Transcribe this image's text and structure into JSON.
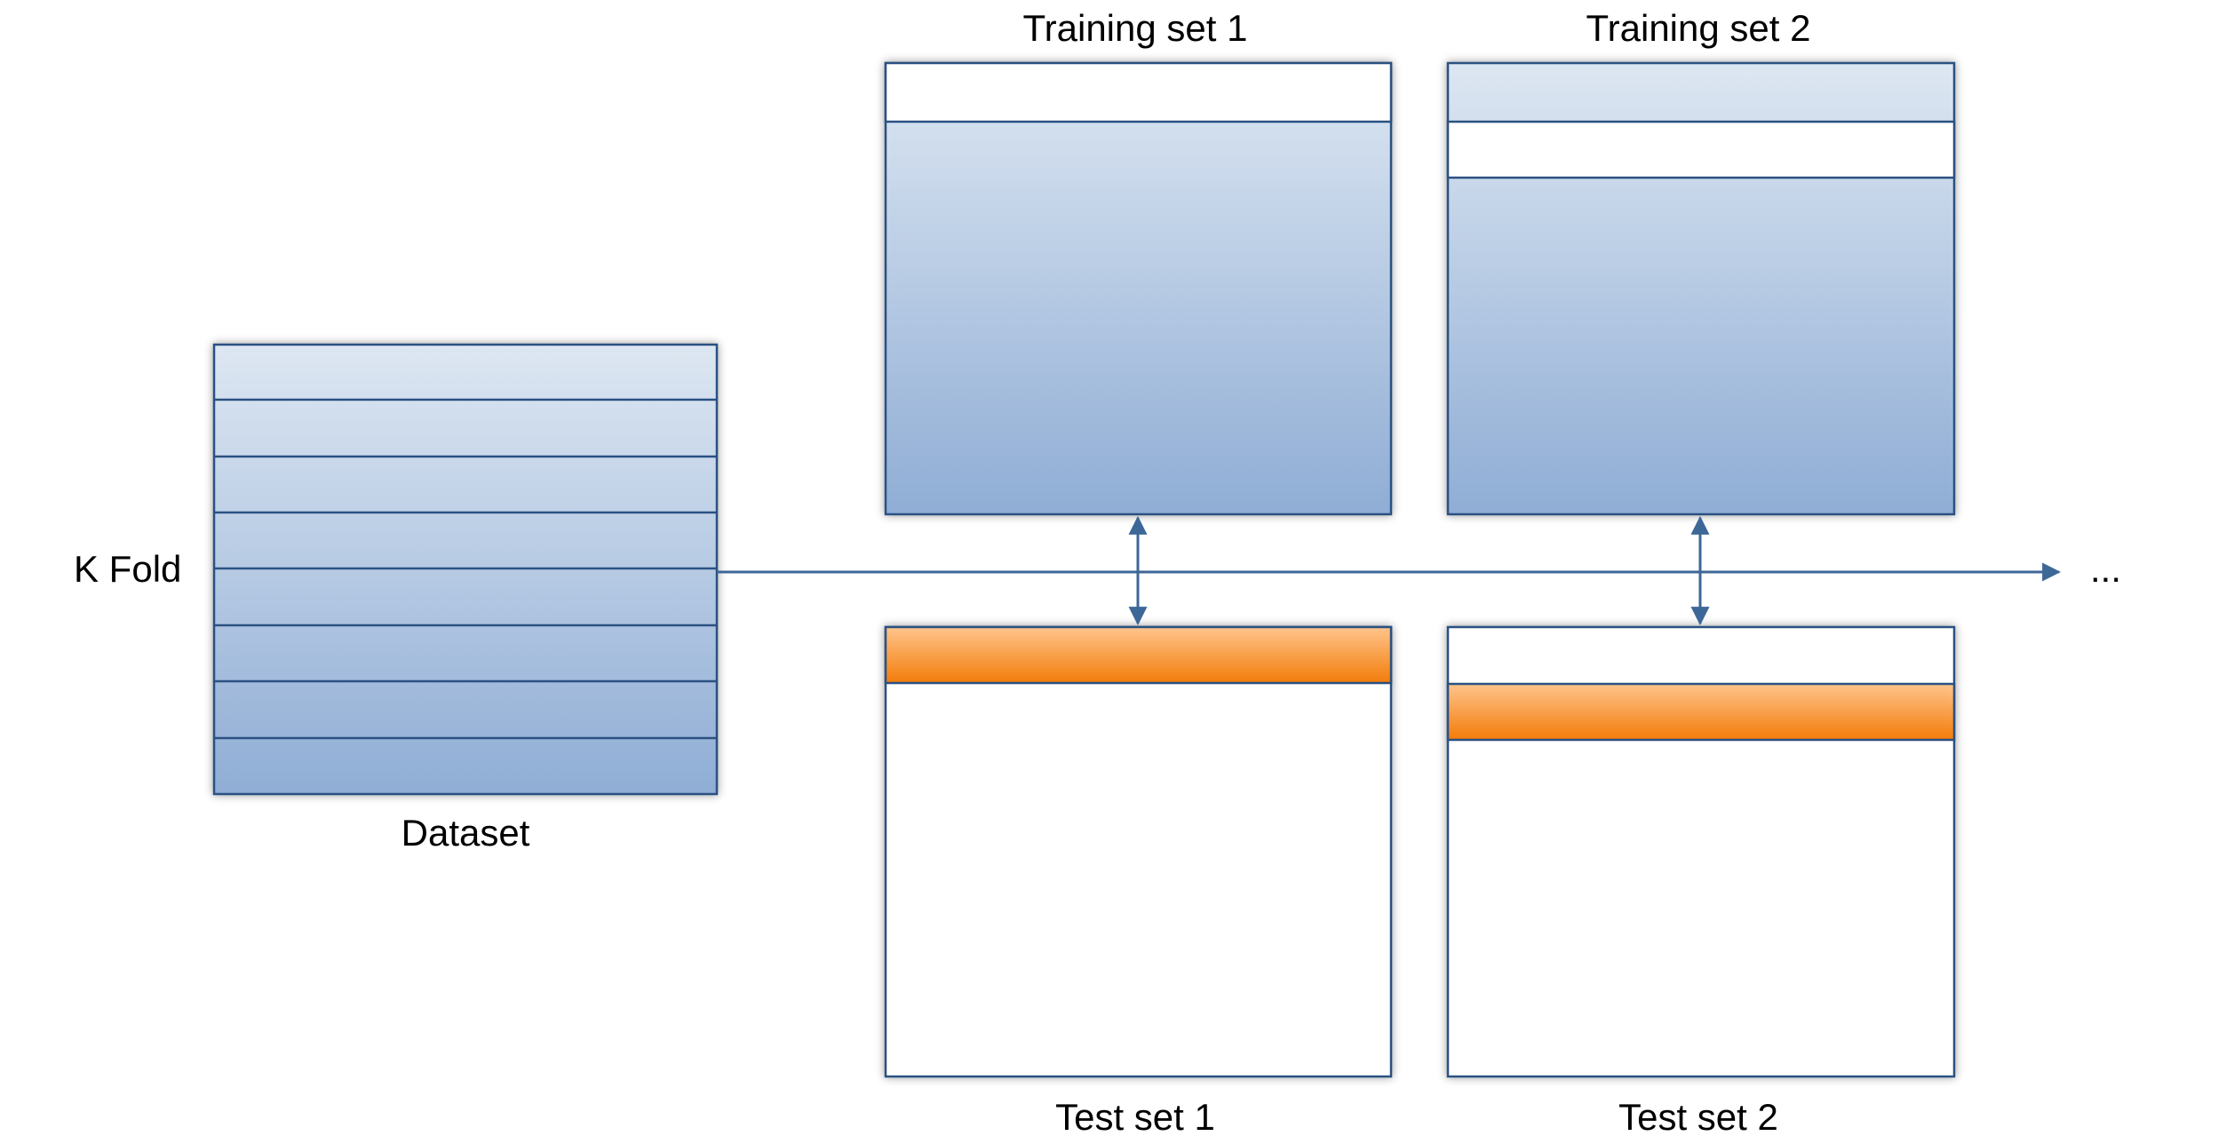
{
  "labels": {
    "kfold": "K Fold",
    "dataset": "Dataset",
    "training_set_1": "Training set 1",
    "training_set_2": "Training set 2",
    "test_set_1": "Test set 1",
    "test_set_2": "Test set 2",
    "ellipsis": "..."
  },
  "dataset": {
    "fold_count": 8
  },
  "training_set_1": {
    "fold_count": 8,
    "held_out_fold": 1
  },
  "training_set_2": {
    "fold_count": 8,
    "held_out_fold": 2
  },
  "test_set_1": {
    "fold_count": 8,
    "highlighted_fold": 1
  },
  "test_set_2": {
    "fold_count": 8,
    "highlighted_fold": 2
  },
  "colors": {
    "border": "#2c5182",
    "blue_top": "#dde7f2",
    "blue_bottom": "#8fadd5",
    "orange_top": "#ffc48c",
    "orange_bottom": "#f27c0a",
    "arrow": "#3d6797"
  }
}
